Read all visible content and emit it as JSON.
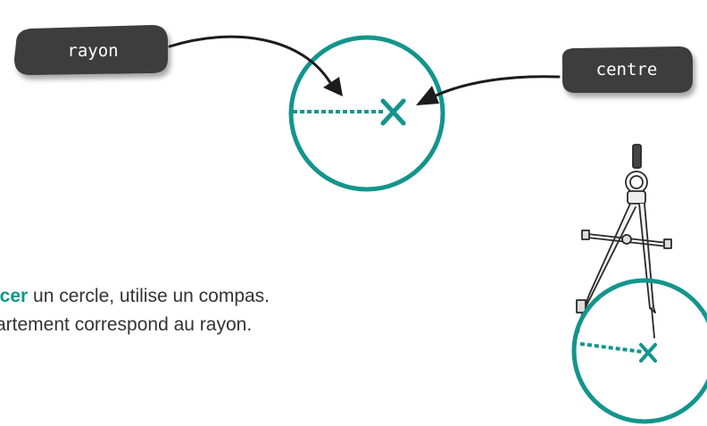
{
  "labels": {
    "rayon": "rayon",
    "centre": "centre"
  },
  "text": {
    "line1_emphasis": "acer",
    "line1_rest": " un cercle, utilise un compas.",
    "line2": "artement correspond au rayon."
  },
  "colors": {
    "teal": "#13958c",
    "tag": "#3c3c3c",
    "arrow": "#1c1c1c",
    "text": "#333333"
  },
  "icons": {
    "center_mark": "cross-mark",
    "compass": "drawing-compass"
  }
}
